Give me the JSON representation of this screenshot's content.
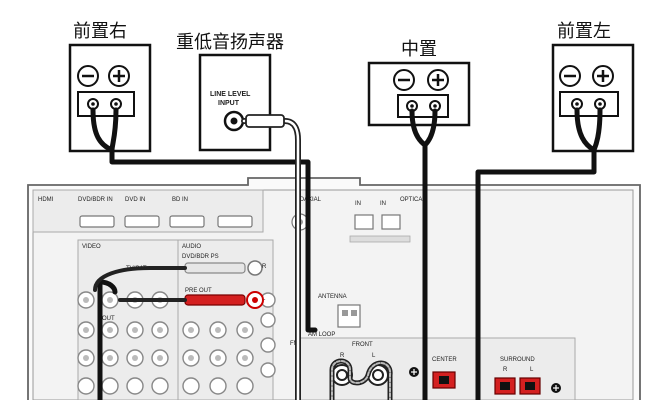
{
  "labels": {
    "front_right": "前置右",
    "subwoofer": "重低音扬声器",
    "center": "中置",
    "front_left": "前置左"
  },
  "subwoofer_input": {
    "line1": "LINE LEVEL",
    "line2": "INPUT"
  },
  "receiver": {
    "hdmi": "HDMI",
    "dvd_bd_in": "DVD/BDR IN",
    "dvd_in": "DVD IN",
    "bd_in": "BD IN",
    "coaxial": "COAXIAL",
    "optical": "OPTICAL",
    "in1": "IN",
    "in2": "IN",
    "video": "VIDEO",
    "audio": "AUDIO",
    "dvd_bdr_ps": "DVD/BDR PS",
    "tv_sat": "TV/SAT",
    "out": "OUT",
    "pre_out": "PRE OUT",
    "antenna": "ANTENNA",
    "am_loop": "AM LOOP",
    "fm_unbal": "FM UNBAL",
    "front": "FRONT",
    "center": "CENTER",
    "surround": "SURROUND",
    "r": "R",
    "l": "L",
    "r2": "R",
    "l2": "L"
  }
}
